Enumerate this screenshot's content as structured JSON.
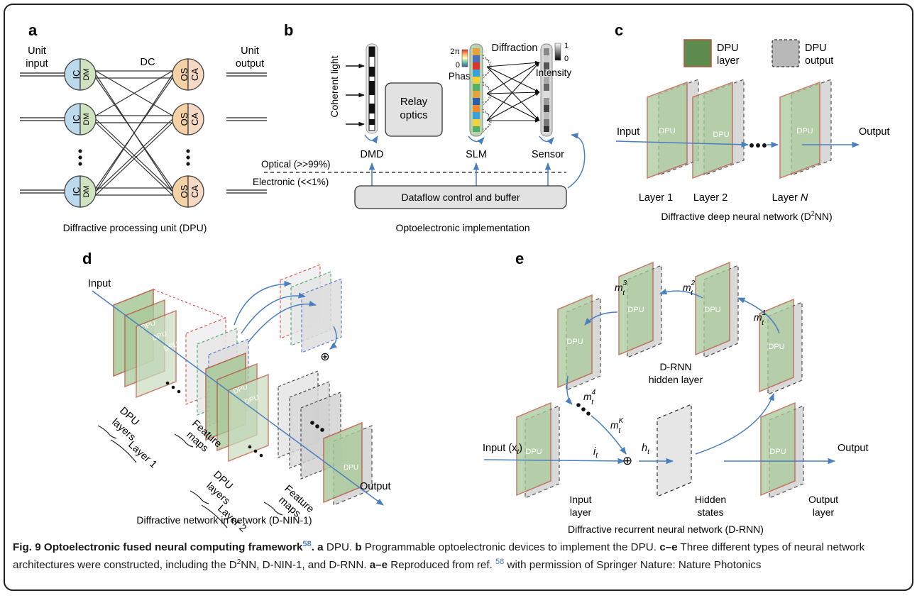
{
  "panels": {
    "a": {
      "letter": "a",
      "unit_input": [
        "Unit",
        "input"
      ],
      "unit_output": [
        "Unit",
        "output"
      ],
      "dc": "DC",
      "ic": "IC",
      "dm": "DM",
      "os": "OS",
      "ca": "CA",
      "caption": "Diffractive processing unit (DPU)"
    },
    "b": {
      "letter": "b",
      "coherent_light": "Coherent light",
      "relay_optics": [
        "Relay",
        "optics"
      ],
      "two_pi": "2π",
      "zero": "0",
      "phase": "Phase",
      "diffraction": "Diffraction",
      "one": "1",
      "intensity": "Intensity",
      "dmd": "DMD",
      "slm": "SLM",
      "sensor": "Sensor",
      "optical": "Optical (>>99%)",
      "electronic": "Electronic (<<1%)",
      "dataflow": "Dataflow control and buffer",
      "caption": "Optoelectronic implementation"
    },
    "c": {
      "letter": "c",
      "dpu_layer": [
        "DPU",
        "layer"
      ],
      "dpu_output": [
        "DPU",
        "output"
      ],
      "input": "Input",
      "output": "Output",
      "dpu": "DPU",
      "layer1": "Layer 1",
      "layer2": "Layer 2",
      "layerN": "Layer",
      "layerN_italic": "N",
      "caption_pre": "Diffractive deep neural network (D",
      "caption_sup": "2",
      "caption_post": "NN)"
    },
    "d": {
      "letter": "d",
      "input": "Input",
      "output": "Output",
      "dpu": "DPU",
      "dpu_layers": [
        "DPU",
        "layers"
      ],
      "feature_maps": [
        "Feature",
        "maps"
      ],
      "layer1": "Layer 1",
      "layer2": "Layer 2",
      "caption": "Diffractive network in network (D-NIN-1)"
    },
    "e": {
      "letter": "e",
      "m3": "m",
      "m2": "m",
      "m1": "m",
      "m4": "m",
      "mK": "m",
      "sub_t": "t",
      "sup3": "3",
      "sup2": "2",
      "sup1": "1",
      "sup4": "4",
      "supK": "K",
      "hidden_layer": [
        "D-RNN",
        "hidden layer"
      ],
      "input": "Input (x",
      "input_close": ")",
      "it": "i",
      "ht": "h",
      "output": "Output",
      "dpu": "DPU",
      "input_layer": [
        "Input",
        "layer"
      ],
      "hidden_states": [
        "Hidden",
        "states"
      ],
      "output_layer": [
        "Output",
        "layer"
      ],
      "caption": "Diffractive recurrent neural network (D-RNN)"
    }
  },
  "caption": {
    "fig_label": "Fig. 9 Optoelectronic fused neural computing framework",
    "fig_ref": "58",
    "sentence1_bold": "a",
    "sentence1": " DPU. ",
    "sentence2_bold": "b",
    "sentence2": " Programmable optoelectronic devices to implement the DPU. ",
    "sentence3_bold": "c–e",
    "sentence3_pre": " Three different types of neural network architectures were constructed, including the D",
    "sentence3_sup": "2",
    "sentence3_post": "NN, D-NIN-1, and D-RNN. ",
    "sentence4_bold": "a–e",
    "sentence4_pre": " Reproduced from ref. ",
    "sentence4_ref": "58",
    "sentence4_post": " with permission of Springer Nature: Nature Photonics"
  },
  "colors": {
    "frame": "#222222",
    "dpu_green": "#a9c99a",
    "dpu_green_dark": "#5e8c4e",
    "dpu_border": "#b5533a",
    "arrow_blue": "#4a7fbf",
    "ic_blue": "#bcd9ee",
    "dm_green": "#cfe3c1",
    "os_orange": "#f5d2a6",
    "ca_peach": "#f6d9c4",
    "box_gray": "#e2e2e2"
  }
}
